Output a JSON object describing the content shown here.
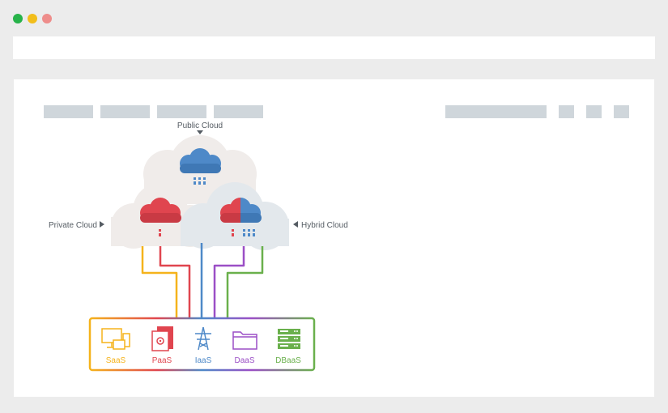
{
  "colors": {
    "window_dot_green": "#27b34a",
    "window_dot_yellow": "#f2be1b",
    "window_dot_red": "#ee8d8b",
    "placeholder": "#cfd6db",
    "cloud_blue": "#4e89c8",
    "cloud_red": "#e0454f",
    "line_orange": "#f5b31b",
    "line_red": "#e0454f",
    "line_blue": "#4e89c8",
    "line_purple": "#9b4fc6",
    "line_green": "#6ab04c"
  },
  "nav": {
    "left_placeholders": 4,
    "right_placeholders": 4
  },
  "diagram": {
    "public_cloud_label": "Public Cloud",
    "private_cloud_label": "Private Cloud",
    "hybrid_cloud_label": "Hybrid Cloud",
    "services": [
      {
        "label": "SaaS",
        "icon": "monitor-devices-icon",
        "color": "#f5b31b"
      },
      {
        "label": "PaaS",
        "icon": "server-gear-icon",
        "color": "#e0454f"
      },
      {
        "label": "IaaS",
        "icon": "transmission-tower-icon",
        "color": "#4e89c8"
      },
      {
        "label": "DaaS",
        "icon": "folder-icon",
        "color": "#9b4fc6"
      },
      {
        "label": "DBaaS",
        "icon": "database-rack-icon",
        "color": "#6ab04c"
      }
    ]
  }
}
